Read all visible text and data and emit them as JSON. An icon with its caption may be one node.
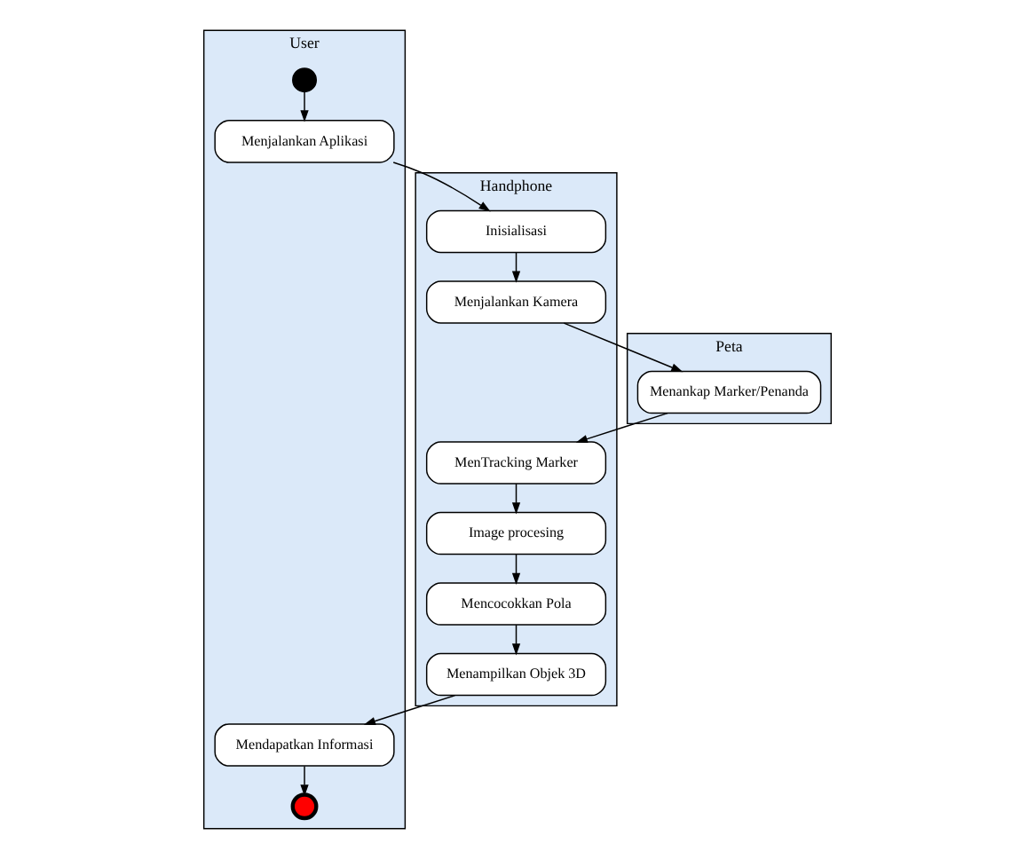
{
  "diagram": {
    "nodes": [
      {
        "text": [
          "User"
        ]
      },
      {
        "text": [
          "Handphone"
        ]
      },
      {
        "text": [
          "Peta"
        ]
      },
      {
        "text": [],
        "shape": "circle",
        "in": 0
      },
      {
        "text": [
          "Menjalankan Aplikasi"
        ],
        "in": 0
      },
      {
        "text": [
          "Inisialisasi"
        ],
        "in": 1
      },
      {
        "text": [
          "Menjalankan Kamera"
        ],
        "in": 1
      },
      {
        "text": [
          "Menankap Marker/Penanda"
        ],
        "in": 2
      },
      {
        "text": [
          "MenTracking Marker"
        ],
        "in": 1
      },
      {
        "text": [
          "Image procesing"
        ],
        "in": 1
      },
      {
        "text": [
          "Mencocokkan Pola"
        ],
        "in": 1
      },
      {
        "text": [
          "Menampilkan Objek 3D"
        ],
        "in": 1
      },
      {
        "text": [
          "Mendapatkan Informasi"
        ],
        "in": 0
      },
      {
        "text": [],
        "shape": "circle",
        "in": 0
      }
    ],
    "edges": [
      {
        "from": 3,
        "to": 4,
        "arrow": "to"
      },
      {
        "from": 4,
        "to": 5,
        "arrow": "to"
      },
      {
        "from": 5,
        "to": 6,
        "arrow": "to"
      },
      {
        "from": 6,
        "to": 7,
        "arrow": "to"
      },
      {
        "from": 7,
        "to": 8,
        "arrow": "to"
      },
      {
        "from": 8,
        "to": 9,
        "arrow": "to"
      },
      {
        "from": 9,
        "to": 10,
        "arrow": "to"
      },
      {
        "from": 10,
        "to": 11,
        "arrow": "to"
      },
      {
        "from": 11,
        "to": 12,
        "arrow": "to"
      },
      {
        "from": 12,
        "to": 13,
        "arrow": "to"
      }
    ]
  }
}
